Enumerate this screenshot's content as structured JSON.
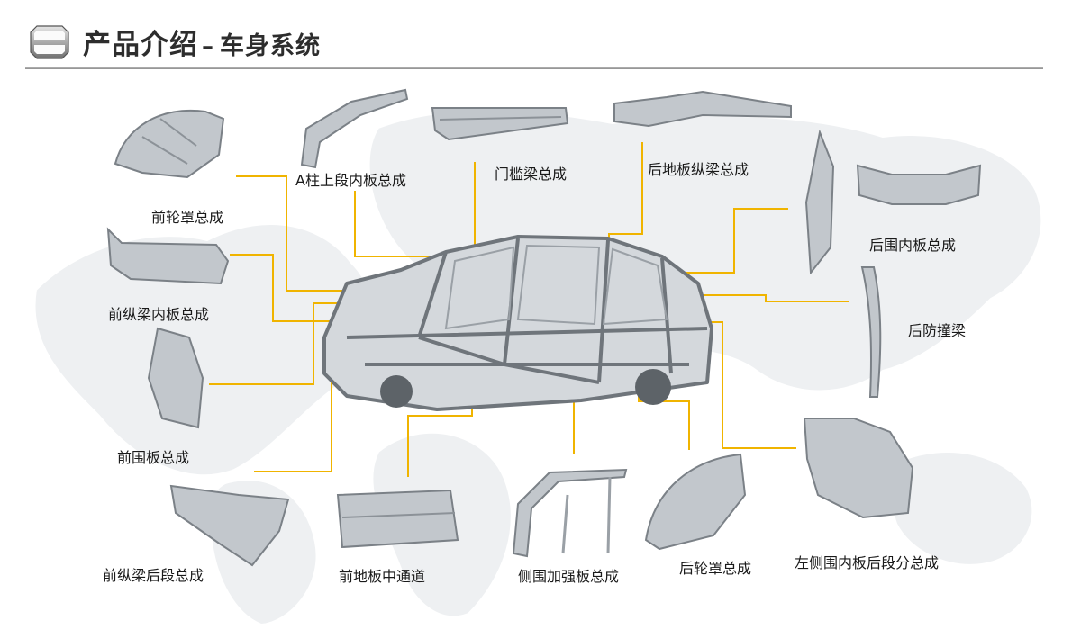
{
  "header": {
    "title": "产品介绍",
    "separator": "–",
    "subtitle": "车身系统"
  },
  "colors": {
    "connector": "#f0b400",
    "rule": "#a8a8a8",
    "part": "#b9bec3"
  },
  "parts": [
    {
      "id": "front-wheel-house",
      "label": "前轮罩总成"
    },
    {
      "id": "a-pillar-upper-inner",
      "label": "A柱上段内板总成"
    },
    {
      "id": "sill-beam",
      "label": "门槛梁总成"
    },
    {
      "id": "rear-floor-rail",
      "label": "后地板纵梁总成"
    },
    {
      "id": "rear-inner-panel",
      "label": "后围内板总成"
    },
    {
      "id": "front-rail-inner",
      "label": "前纵梁内板总成"
    },
    {
      "id": "rear-bumper-beam",
      "label": "后防撞梁"
    },
    {
      "id": "front-panel",
      "label": "前围板总成"
    },
    {
      "id": "front-rail-rear",
      "label": "前纵梁后段总成"
    },
    {
      "id": "front-floor-tunnel",
      "label": "前地板中通道"
    },
    {
      "id": "side-reinforcement",
      "label": "侧围加强板总成"
    },
    {
      "id": "rear-wheel-house",
      "label": "后轮罩总成"
    },
    {
      "id": "left-side-inner-rear",
      "label": "左侧围内板后段分总成"
    }
  ]
}
